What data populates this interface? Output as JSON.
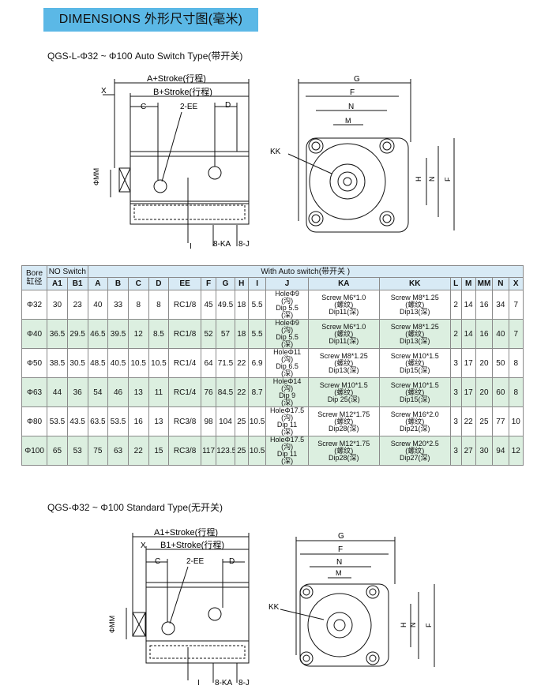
{
  "header": {
    "title": "DIMENSIONS 外形尺寸图(毫米)",
    "subtitle_auto": "QGS-L-Φ32 ~ Φ100 Auto Switch Type(带开关)",
    "subtitle_standard": "QGS-Φ32 ~ Φ100 Standard Type(无开关)"
  },
  "labels_top": {
    "x": "X",
    "a_stroke": "A+Stroke(行程)",
    "b_stroke": "B+Stroke(行程)",
    "c": "C",
    "ee": "2-EE",
    "d": "D",
    "mm": "ΦMM",
    "i": "I",
    "ka": "8-KA",
    "j": "8-J",
    "g": "G",
    "f": "F",
    "n": "N",
    "m": "M",
    "kk": "KK",
    "h": "H"
  },
  "labels_bottom": {
    "x": "X",
    "a_stroke": "A1+Stroke(行程)",
    "b_stroke": "B1+Stroke(行程)",
    "c": "C",
    "ee": "2-EE",
    "d": "D",
    "mm": "ΦMM",
    "i": "I",
    "ka": "8-KA",
    "j": "8-J",
    "g": "G",
    "f": "F",
    "n": "N",
    "m": "M",
    "kk": "KK",
    "h": "H"
  },
  "table": {
    "bore_header": "Bore",
    "bore_header_cn": "缸径",
    "no_switch_header": "NO Switch",
    "with_switch_header": "With Auto switch(带开关 )",
    "columns": [
      "A1",
      "B1",
      "A",
      "B",
      "C",
      "D",
      "EE",
      "F",
      "G",
      "H",
      "I",
      "J",
      "KA",
      "KK",
      "L",
      "M",
      "MM",
      "N",
      "X"
    ],
    "rows": [
      {
        "bore": "Φ32",
        "a1": "30",
        "b1": "23",
        "a": "40",
        "b": "33",
        "c": "8",
        "d": "8",
        "ee": "RC1/8",
        "f": "45",
        "g": "49.5",
        "h": "18",
        "i": "5.5",
        "j1": "HoleΦ9",
        "j2": "(沟)",
        "j3": "Dip 5.5",
        "j4": "(深)",
        "ka1": "Screw M6*1.0",
        "ka2": "(螺纹)",
        "ka3": "Dip11(深)",
        "kk1": "Screw M8*1.25",
        "kk2": "(螺纹)",
        "kk3": "Dip13(深)",
        "l": "2",
        "m": "14",
        "mm": "16",
        "n": "34",
        "x": "7"
      },
      {
        "bore": "Φ40",
        "a1": "36.5",
        "b1": "29.5",
        "a": "46.5",
        "b": "39.5",
        "c": "12",
        "d": "8.5",
        "ee": "RC1/8",
        "f": "52",
        "g": "57",
        "h": "18",
        "i": "5.5",
        "j1": "HoleΦ9",
        "j2": "(沟)",
        "j3": "Dip 5.5",
        "j4": "(深)",
        "ka1": "Screw M6*1.0",
        "ka2": "(螺纹)",
        "ka3": "Dip11(深)",
        "kk1": "Screw M8*1.25",
        "kk2": "(螺纹)",
        "kk3": "Dip13(深)",
        "l": "2",
        "m": "14",
        "mm": "16",
        "n": "40",
        "x": "7"
      },
      {
        "bore": "Φ50",
        "a1": "38.5",
        "b1": "30.5",
        "a": "48.5",
        "b": "40.5",
        "c": "10.5",
        "d": "10.5",
        "ee": "RC1/4",
        "f": "64",
        "g": "71.5",
        "h": "22",
        "i": "6.9",
        "j1": "HoleΦ11",
        "j2": "(沟)",
        "j3": "Dip 6.5",
        "j4": "(深)",
        "ka1": "Screw M8*1.25",
        "ka2": "(螺纹)",
        "ka3": "Dip13(深)",
        "kk1": "Screw M10*1.5",
        "kk2": "(螺纹)",
        "kk3": "Dip15(深)",
        "l": "3",
        "m": "17",
        "mm": "20",
        "n": "50",
        "x": "8"
      },
      {
        "bore": "Φ63",
        "a1": "44",
        "b1": "36",
        "a": "54",
        "b": "46",
        "c": "13",
        "d": "11",
        "ee": "RC1/4",
        "f": "76",
        "g": "84.5",
        "h": "22",
        "i": "8.7",
        "j1": "HoleΦ14",
        "j2": "(沟)",
        "j3": "Dip 9",
        "j4": "(深)",
        "ka1": "Screw M10*1.5",
        "ka2": "(螺纹)",
        "ka3": "Dip 25(深)",
        "kk1": "Screw M10*1.5",
        "kk2": "(螺纹)",
        "kk3": "Dip15(深)",
        "l": "3",
        "m": "17",
        "mm": "20",
        "n": "60",
        "x": "8"
      },
      {
        "bore": "Φ80",
        "a1": "53.5",
        "b1": "43.5",
        "a": "63.5",
        "b": "53.5",
        "c": "16",
        "d": "13",
        "ee": "RC3/8",
        "f": "98",
        "g": "104",
        "h": "25",
        "i": "10.5",
        "j1": "HoleΦ17.5",
        "j2": "(沟)",
        "j3": "Dip 11",
        "j4": "(深)",
        "ka1": "Screw M12*1.75",
        "ka2": "(螺纹)",
        "ka3": "Dip28(深)",
        "kk1": "Screw M16*2.0",
        "kk2": "(螺纹)",
        "kk3": "Dip21(深)",
        "l": "3",
        "m": "22",
        "mm": "25",
        "n": "77",
        "x": "10"
      },
      {
        "bore": "Φ100",
        "a1": "65",
        "b1": "53",
        "a": "75",
        "b": "63",
        "c": "22",
        "d": "15",
        "ee": "RC3/8",
        "f": "117",
        "g": "123.5",
        "h": "25",
        "i": "10.5",
        "j1": "HoleΦ17.5",
        "j2": "(沟)",
        "j3": "Dip 11",
        "j4": "(深)",
        "ka1": "Screw M12*1.75",
        "ka2": "(螺纹)",
        "ka3": "Dip28(深)",
        "kk1": "Screw M20*2.5",
        "kk2": "(螺纹)",
        "kk3": "Dip27(深)",
        "l": "3",
        "m": "27",
        "mm": "30",
        "n": "94",
        "x": "12"
      }
    ]
  }
}
